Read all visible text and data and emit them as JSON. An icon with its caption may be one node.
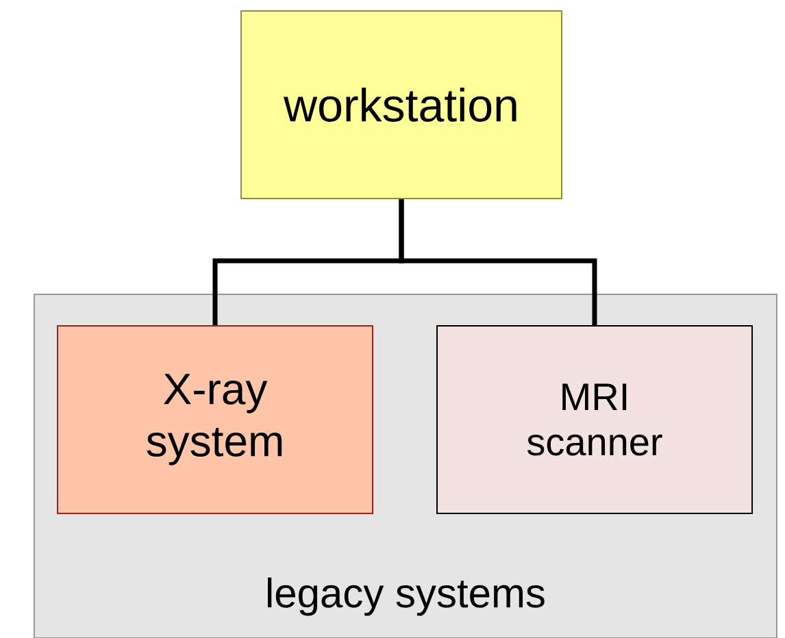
{
  "diagram": {
    "nodes": [
      {
        "text": [
          "workstation"
        ]
      },
      {
        "text": [
          "legacy systems"
        ]
      },
      {
        "text": [
          "X-ray system"
        ],
        "in": 1
      },
      {
        "text": [
          "MRI scanner"
        ],
        "in": 1
      }
    ],
    "edges": [
      {
        "from": 0,
        "to": 2,
        "arrow": "none"
      },
      {
        "from": 0,
        "to": 3,
        "arrow": "none"
      }
    ]
  }
}
